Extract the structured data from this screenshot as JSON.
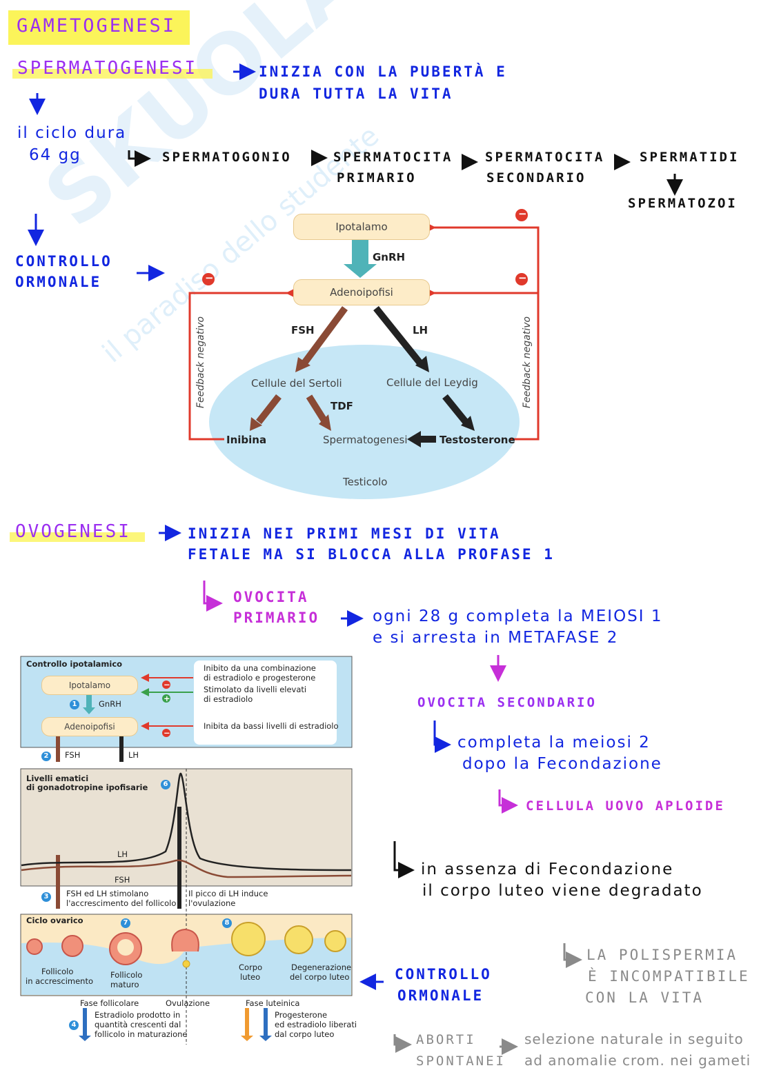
{
  "title": "GAMETOGENESI",
  "watermark": {
    "brand": "SKUOLA.net",
    "tagline": "il paradiso dello studente"
  },
  "sperm": {
    "heading": "SPERMATOGENESI",
    "note": [
      "INIZIA CON LA PUBERTÀ E",
      "DURA TUTTA LA VITA"
    ],
    "cycle": [
      "il ciclo dura",
      "64 gg"
    ],
    "stages": [
      "SPERMATOGONIO",
      "SPERMATOCITA",
      "PRIMARIO",
      "SPERMATOCITA",
      "SECONDARIO",
      "SPERMATIDI",
      "SPERMATOZOI"
    ],
    "control": [
      "CONTROLLO",
      "ORMONALE"
    ]
  },
  "male_diagram": {
    "ipotalamo": "Ipotalamo",
    "gnrh": "GnRH",
    "adenoipofisi": "Adenoipofisi",
    "fsh": "FSH",
    "lh": "LH",
    "sertoli": "Cellule del Sertoli",
    "leydig": "Cellule del Leydig",
    "tdf": "TDF",
    "inibina": "Inibina",
    "spermatogenesi": "Spermatogenesi",
    "testosterone": "Testosterone",
    "testicolo": "Testicolo",
    "feedback_left": "Feedback negativo",
    "feedback_right": "Feedback negativo",
    "minus": "−"
  },
  "ovo": {
    "heading": "OVOGENESI",
    "note": [
      "INIZIA NEI PRIMI MESI DI VITA",
      "FETALE MA SI BLOCCA ALLA PROFASE 1"
    ],
    "primary": [
      "OVOCITA",
      "PRIMARIO"
    ],
    "primary_note": [
      "ogni 28 g completa la MEIOSI 1",
      "e si arresta in METAFASE 2"
    ],
    "secondary": "OVOCITA SECONDARIO",
    "meiosi2": [
      "completa la meiosi 2",
      "dopo la Fecondazione"
    ],
    "cell": "CELLULA UOVO APLOIDE",
    "absence": [
      "in assenza di Fecondazione",
      "il corpo luteo viene degradato"
    ],
    "control": [
      "CONTROLLO",
      "ORMONALE"
    ],
    "polispermia": [
      "LA POLISPERMIA",
      "È INCOMPATIBILE",
      "CON LA VITA"
    ],
    "aborti": [
      "ABORTI",
      "SPONTANEI"
    ],
    "selezione": [
      "selezione naturale in seguito",
      "ad anomalie crom. nei gameti"
    ]
  },
  "female_diagram": {
    "control_title": "Controllo ipotalamico",
    "ipotalamo": "Ipotalamo",
    "gnrh": "GnRH",
    "adenoipofisi": "Adenoipofisi",
    "inhib1": [
      "Inibito da una combinazione",
      "di estradiolo e progesterone"
    ],
    "stim": [
      "Stimolato da livelli elevati",
      "di estradiolo"
    ],
    "inhib2": "Inibita da bassi livelli di estradiolo",
    "fsh": "FSH",
    "lh": "LH",
    "levels_title": [
      "Livelli ematici",
      "di gonadotropine ipofisarie"
    ],
    "curve_lh": "LH",
    "curve_fsh": "FSH",
    "step3": [
      "FSH ed LH stimolano",
      "l'accrescimento del follicolo"
    ],
    "lh_peak": [
      "Il picco di LH induce",
      "l'ovulazione"
    ],
    "cycle_title": "Ciclo ovarico",
    "foll_growing": [
      "Follicolo",
      "in accrescimento"
    ],
    "foll_mature": [
      "Follicolo",
      "maturo"
    ],
    "corpus": [
      "Corpo",
      "luteo"
    ],
    "degeneration": [
      "Degenerazione",
      "del corpo luteo"
    ],
    "phase_foll": "Fase follicolare",
    "ovulation": "Ovulazione",
    "phase_lut": "Fase luteinica",
    "estradiol": [
      "Estradiolo prodotto in",
      "quantità crescenti dal",
      "follicolo in maturazione"
    ],
    "progest": [
      "Progesterone",
      "ed estradiolo liberati",
      "dal corpo luteo"
    ],
    "steps": [
      "1",
      "2",
      "3",
      "4",
      "6",
      "7",
      "8"
    ],
    "minus": "−",
    "plus": "+"
  }
}
